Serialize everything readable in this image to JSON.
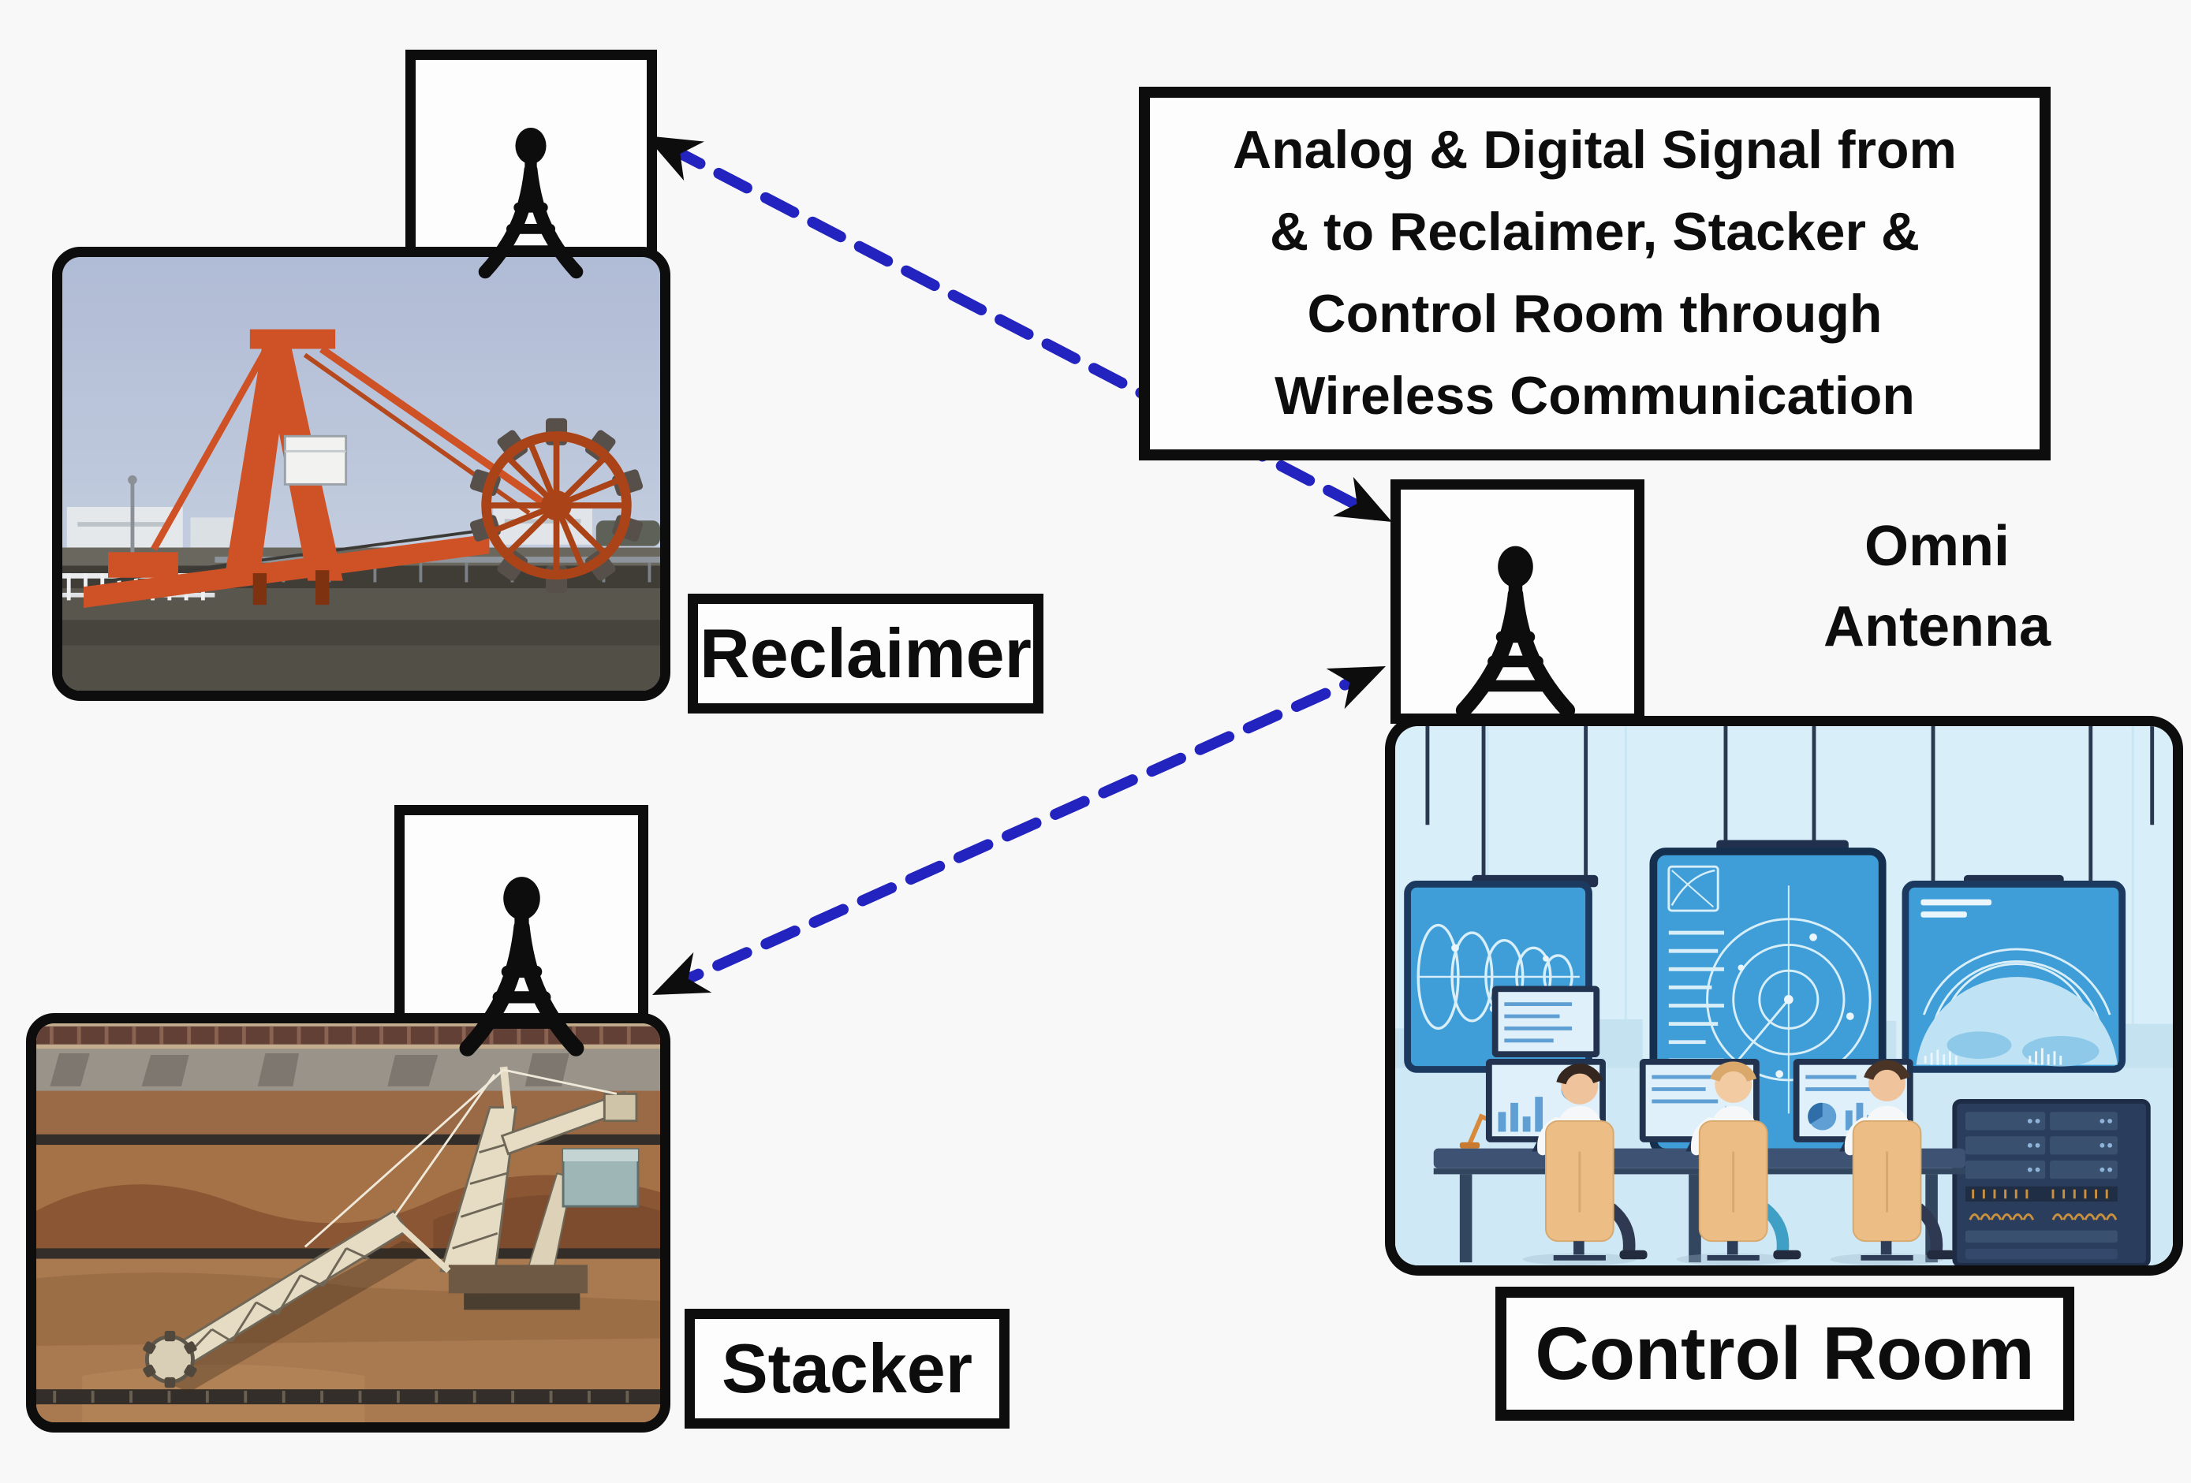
{
  "diagram": {
    "title_note": "Wireless communication layout between stockyard machines and control room",
    "background_color": "#f8f8f8",
    "colors": {
      "box_border": "#0d0d0d",
      "box_fill": "#fdfdfd",
      "arrow_dash_blue": "#2323bf",
      "arrowhead_black": "#0d0d0d"
    },
    "info_box": {
      "lines": [
        "Analog & Digital Signal from",
        "& to Reclaimer, Stacker &",
        "Control Room through",
        "Wireless Communication"
      ]
    },
    "nodes": {
      "reclaimer": {
        "label": "Reclaimer",
        "photo": "bucket-wheel reclaimer at port stockyard",
        "antenna_icon": "radio-tower"
      },
      "stacker": {
        "label": "Stacker",
        "photo": "stacker machine on iron-ore stockpiles",
        "antenna_icon": "radio-tower"
      },
      "control_room": {
        "label": "Control Room",
        "illustration": "operators at monitors with wall screens and server rack",
        "antenna_icon": "radio-tower"
      },
      "omni_antenna": {
        "label_line1": "Omni",
        "label_line2": "Antenna"
      }
    },
    "links": [
      {
        "from": "reclaimer-antenna",
        "to": "omni-antenna",
        "bidirectional": true,
        "style": "blue-dashed"
      },
      {
        "from": "stacker-antenna",
        "to": "omni-antenna",
        "bidirectional": true,
        "style": "blue-dashed"
      }
    ],
    "icons": {
      "antenna": "radio-tower-icon"
    }
  }
}
